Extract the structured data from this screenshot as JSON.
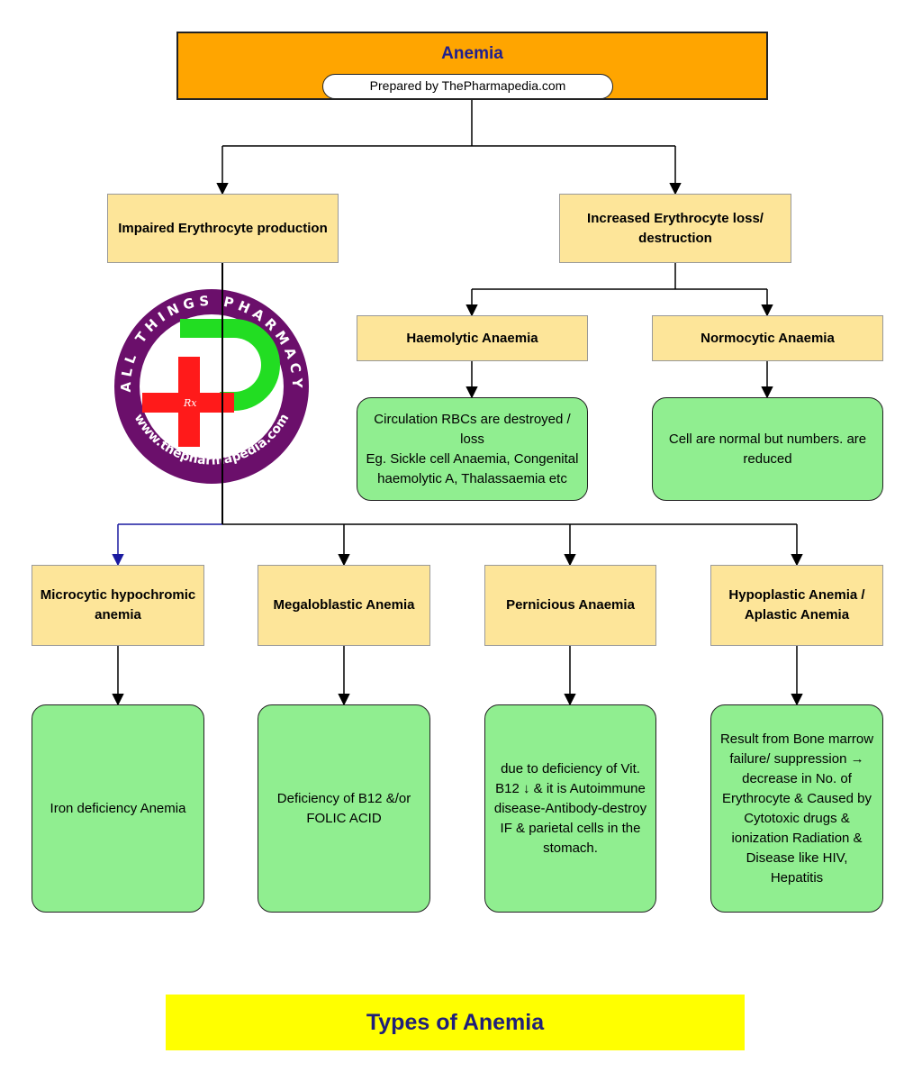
{
  "title": "Anemia",
  "subtitle": "Prepared by ThePharmapedia.com",
  "branches": {
    "impaired": "Impaired Erythrocyte production",
    "increased": "Increased Erythrocyte loss/ destruction"
  },
  "types": {
    "haemolytic": "Haemolytic Anaemia",
    "normocytic": "Normocytic Anaemia",
    "microcytic": "Microcytic hypochromic anemia",
    "megaloblastic": "Megaloblastic Anemia",
    "pernicious": "Pernicious Anaemia",
    "hypoplastic": "Hypoplastic Anemia / Aplastic Anemia"
  },
  "descriptions": {
    "haemolytic": "Circulation RBCs are destroyed / loss\nEg. Sickle cell Anaemia, Congenital haemolytic A, Thalassaemia etc",
    "normocytic": "Cell are normal but numbers. are reduced",
    "microcytic": "Iron deficiency Anemia",
    "megaloblastic": "Deficiency of B12 &/or FOLIC ACID",
    "pernicious": "due to deficiency of Vit. B12 ↓ & it is Autoimmune disease-Antibody-destroy IF & parietal cells in the stomach.",
    "hypoplastic": "Result from Bone marrow failure/ suppression → decrease in No. of Erythrocyte & Caused by Cytotoxic drugs & ionization Radiation & Disease like HIV, Hepatitis"
  },
  "footer": "Types of Anemia",
  "logo": {
    "ring_text": "ALL THINGS PHARMACY",
    "url_text": "www.thepharmapedia.com",
    "rx": "Rx"
  },
  "colors": {
    "title_fill": "#ffa500",
    "category_fill": "#fde599",
    "description_fill": "#90ee90",
    "footer_fill": "#ffff00",
    "logo_ring": "#6b0f6b",
    "logo_cross": "#ff1a1a",
    "logo_d": "#22dd22"
  }
}
